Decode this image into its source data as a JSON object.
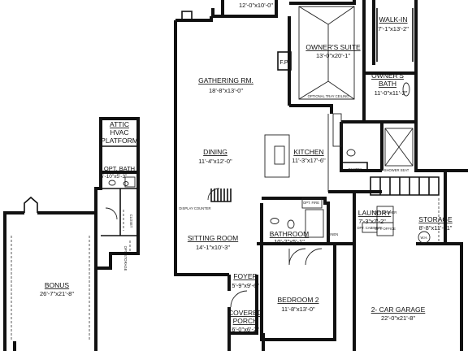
{
  "rooms": {
    "bonus": {
      "name": "BONUS",
      "dim": "26'-7\"x21'-8\""
    },
    "attic": {
      "line1": "ATTIC",
      "line2": "HVAC",
      "line3": "PLATFORM"
    },
    "opt_bath_upper": {
      "name": "OPT. BATH",
      "dim": "5'-10\"x5'-3\""
    },
    "gathering": {
      "name": "GATHERING RM.",
      "dim": "18'-8\"x13'-0\""
    },
    "dining": {
      "name": "DINING",
      "dim": "11'-4\"x12'-0\""
    },
    "sitting": {
      "name": "SITTING ROOM",
      "dim": "14'-1\"x10'-3\""
    },
    "foyer": {
      "name": "FOYER",
      "dim": "5'-9\"x9'-6\""
    },
    "porch": {
      "line1": "COVERED",
      "line2": "PORCH",
      "dim": "6'-0\"x6'-2\""
    },
    "kitchen": {
      "name": "KITCHEN",
      "dim": "11'-3\"x17'-6\""
    },
    "owners_suite": {
      "name": "OWNER'S SUITE",
      "dim": "13'-0\"x20'-1\""
    },
    "top_room": {
      "dim": "12'-0\"x10'-0\""
    },
    "walk_in": {
      "name": "WALK-IN",
      "dim": "7'-1\"x13'-2\""
    },
    "owners_bath": {
      "line1": "OWNER'S",
      "line2": "BATH",
      "dim": "11'-0\"x11'-2\""
    },
    "bathroom": {
      "name": "BATHROOM",
      "dim": "10'-2\"x5'-1\""
    },
    "bedroom2": {
      "name": "BEDROOM 2",
      "dim": "11'-8\"x13'-0\""
    },
    "laundry": {
      "name": "LAUNDRY",
      "dim": "7'-3\"x7'-2\""
    },
    "storage": {
      "name": "STORAGE",
      "dim": "8'-8\"x11'-11\""
    },
    "garage": {
      "name": "2- CAR GARAGE",
      "dim": "22'-0\"x21'-8\""
    }
  },
  "labels": {
    "fp": "F.P.",
    "tray_ceiling": "OPTIONAL TRAY CEILING",
    "display_counter": "DISPLAY COUNTER",
    "opt_fire": "OPT. FIRE",
    "closet": "CLOSET",
    "opt_storage": "OPT. STORAGE",
    "pantry": "PANTRY",
    "shower_seat": "SHOWER SEAT",
    "linen": "LINEN",
    "opt_washer": "OPT. WASHER",
    "opt_office": "OPT. OFFICE",
    "opt_cabinets": "OPT. CABINETS",
    "wh": "W.H."
  }
}
